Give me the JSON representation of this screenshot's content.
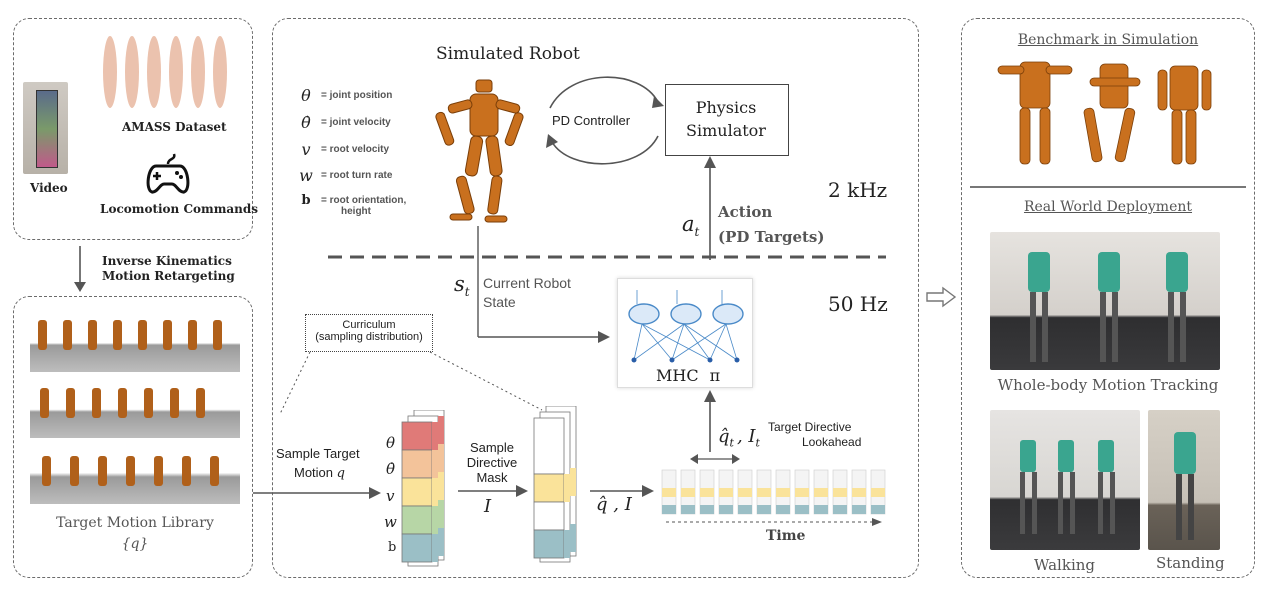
{
  "inputs": {
    "video_label": "Video",
    "amass_label": "AMASS Dataset",
    "locomotion_label": "Locomotion Commands"
  },
  "retarget_label_line1": "Inverse Kinematics",
  "retarget_label_line2": "Motion Retargeting",
  "library": {
    "title": "Target Motion Library",
    "symbol": "{q}"
  },
  "sim": {
    "title": "Simulated Robot",
    "pd_controller": "PD Controller",
    "physics_line1": "Physics",
    "physics_line2": "Simulator",
    "action_line1": "Action",
    "action_line2": "(PD Targets)",
    "action_symbol": "a",
    "action_sub": "t",
    "freq_high": "2 kHz",
    "freq_low": "50 Hz",
    "state_symbol": "s",
    "state_sub": "t",
    "state_line1": "Current Robot",
    "state_line2": "State"
  },
  "legend": [
    {
      "sym": "θ",
      "text": "= joint position"
    },
    {
      "sym": "θ̇",
      "text": "= joint velocity"
    },
    {
      "sym": "v",
      "text": "= root velocity"
    },
    {
      "sym": "w",
      "text": "= root turn rate"
    },
    {
      "sym": "b",
      "text": "= root orientation,"
    }
  ],
  "legend_extra": "height",
  "policy": {
    "name": "MHC",
    "symbol": "π"
  },
  "curriculum": {
    "line1": "Curriculum",
    "line2": "(sampling distribution)"
  },
  "sample_target": {
    "line1": "Sample Target",
    "line2": "Motion",
    "symbol": "q"
  },
  "stack_labels": [
    "θ",
    "θ̇",
    "v",
    "w",
    "b"
  ],
  "mask": {
    "line1": "Sample",
    "line2": "Directive",
    "line3": "Mask",
    "symbol": "I"
  },
  "masked_output": "q̂ , I",
  "target_directive": {
    "symbol": "q̂",
    "sub": "t",
    "symbol2": ", I",
    "sub2": "t",
    "line1": "Target Directive",
    "line2": "Lookahead"
  },
  "time_label": "Time",
  "results": {
    "benchmark_title": "Benchmark in Simulation",
    "real_title": "Real World Deployment",
    "whole_body": "Whole-body Motion Tracking",
    "walking": "Walking",
    "standing": "Standing"
  },
  "colors": {
    "red": "#e07a78",
    "orange": "#f3c39a",
    "yellow": "#fae39a",
    "green": "#b7d6a6",
    "teal": "#9bbfc6",
    "robot": "#c9701e",
    "nn": "#4a8ac8"
  }
}
